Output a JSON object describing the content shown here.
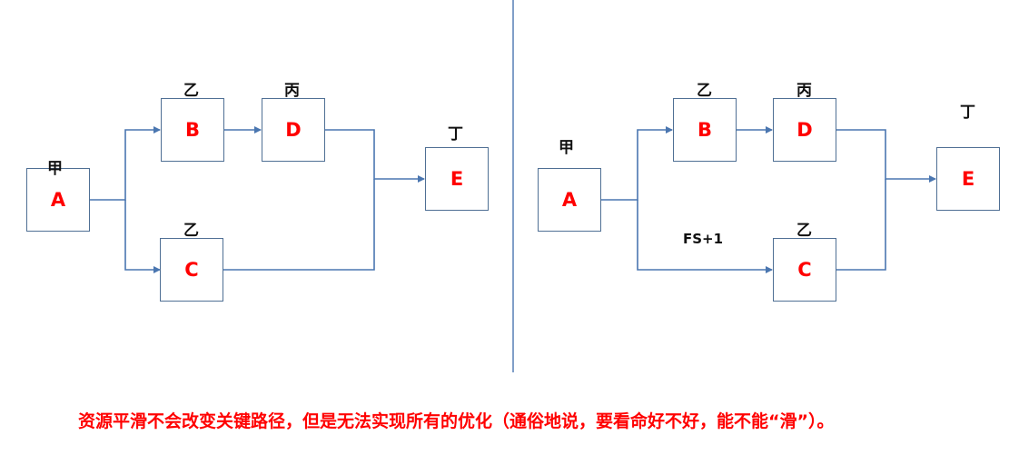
{
  "colors": {
    "node_text": "#ff0000",
    "edge": "#4a76b0",
    "divider": "#4a76b0",
    "caption": "#ff0000"
  },
  "left_diagram": {
    "nodes": [
      {
        "id": "A",
        "label": "A",
        "resource": "甲"
      },
      {
        "id": "B",
        "label": "B",
        "resource": "乙"
      },
      {
        "id": "C",
        "label": "C",
        "resource": "乙"
      },
      {
        "id": "D",
        "label": "D",
        "resource": "丙"
      },
      {
        "id": "E",
        "label": "E",
        "resource": "丁"
      }
    ],
    "edges": [
      [
        "A",
        "B"
      ],
      [
        "A",
        "C"
      ],
      [
        "B",
        "D"
      ],
      [
        "D",
        "E"
      ],
      [
        "C",
        "E"
      ]
    ]
  },
  "right_diagram": {
    "nodes": [
      {
        "id": "A",
        "label": "A",
        "resource": "甲"
      },
      {
        "id": "B",
        "label": "B",
        "resource": "乙"
      },
      {
        "id": "C",
        "label": "C",
        "resource": "乙"
      },
      {
        "id": "D",
        "label": "D",
        "resource": "丙"
      },
      {
        "id": "E",
        "label": "E",
        "resource": "丁"
      }
    ],
    "edges": [
      [
        "A",
        "B"
      ],
      [
        "A",
        "C"
      ],
      [
        "B",
        "D"
      ],
      [
        "D",
        "E"
      ],
      [
        "C",
        "E"
      ]
    ],
    "edge_annotation": "FS+1"
  },
  "caption": "资源平滑不会改变关键路径，但是无法实现所有的优化（通俗地说，要看命好不好，能不能“滑”）。"
}
